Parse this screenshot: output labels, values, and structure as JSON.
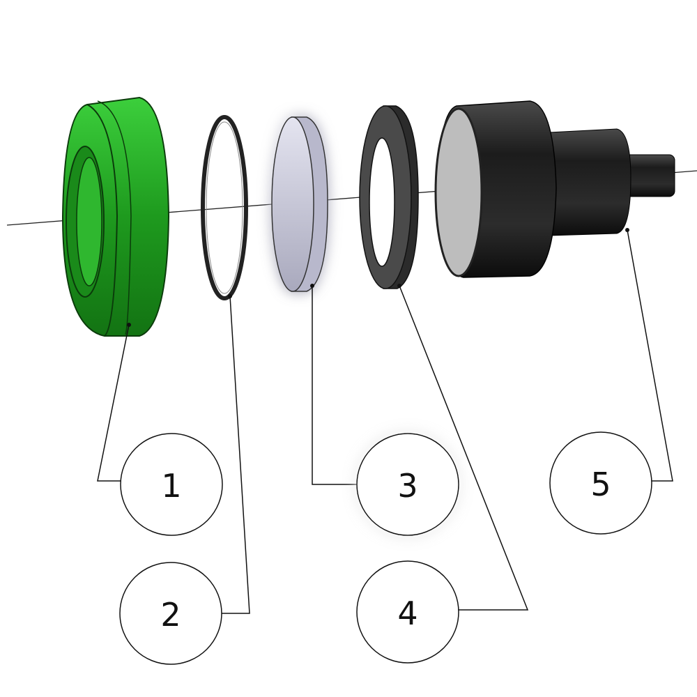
{
  "diagram": {
    "type": "exploded-assembly-view",
    "highlighted_item": "3",
    "colors": {
      "part1": "#1f9e1f",
      "part2": "#222222",
      "part3": "#c9c9dc",
      "part4": "#3a3a3a",
      "part5": "#1a1a1a",
      "highlight_glow": "#7fdc7f"
    },
    "balloons": [
      {
        "label": "1",
        "part": "green-outer-ring"
      },
      {
        "label": "2",
        "part": "o-ring"
      },
      {
        "label": "3",
        "part": "disc"
      },
      {
        "label": "4",
        "part": "washer"
      },
      {
        "label": "5",
        "part": "threaded-body"
      }
    ]
  }
}
